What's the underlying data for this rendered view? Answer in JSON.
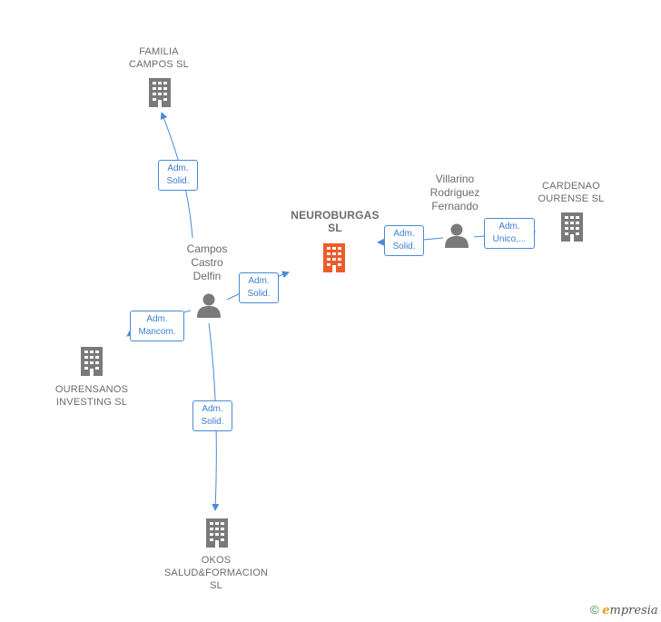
{
  "nodes": {
    "familia": {
      "label": "FAMILIA\nCAMPOS  SL"
    },
    "neuroburgas": {
      "label": "NEUROBURGAS\nSL"
    },
    "cardenao": {
      "label": "CARDENAO\nOURENSE  SL"
    },
    "ourensanos": {
      "label": "OURENSANOS\nINVESTING  SL"
    },
    "okos": {
      "label": "OKOS\nSALUD&FORMACION\nSL"
    },
    "campos": {
      "label": "Campos\nCastro\nDelfin"
    },
    "villarino": {
      "label": "Villarino\nRodriguez\nFernando"
    }
  },
  "edges": {
    "campos_familia": "Adm.\nSolid.",
    "campos_neuro": "Adm.\nSolid.",
    "villarino_neuro": "Adm.\nSolid.",
    "villarino_cardenao": "Adm.\nUnico,...",
    "campos_ourensanos": "Adm.\nMancom.",
    "campos_okos": "Adm.\nSolid."
  },
  "colors": {
    "edge": "#4a8ad8",
    "org": "#7a7a7a",
    "main": "#f05a28",
    "person": "#7a7a7a"
  },
  "watermark": {
    "symbol": "©",
    "brand_initial": "e",
    "brand_rest": "mpresia"
  }
}
